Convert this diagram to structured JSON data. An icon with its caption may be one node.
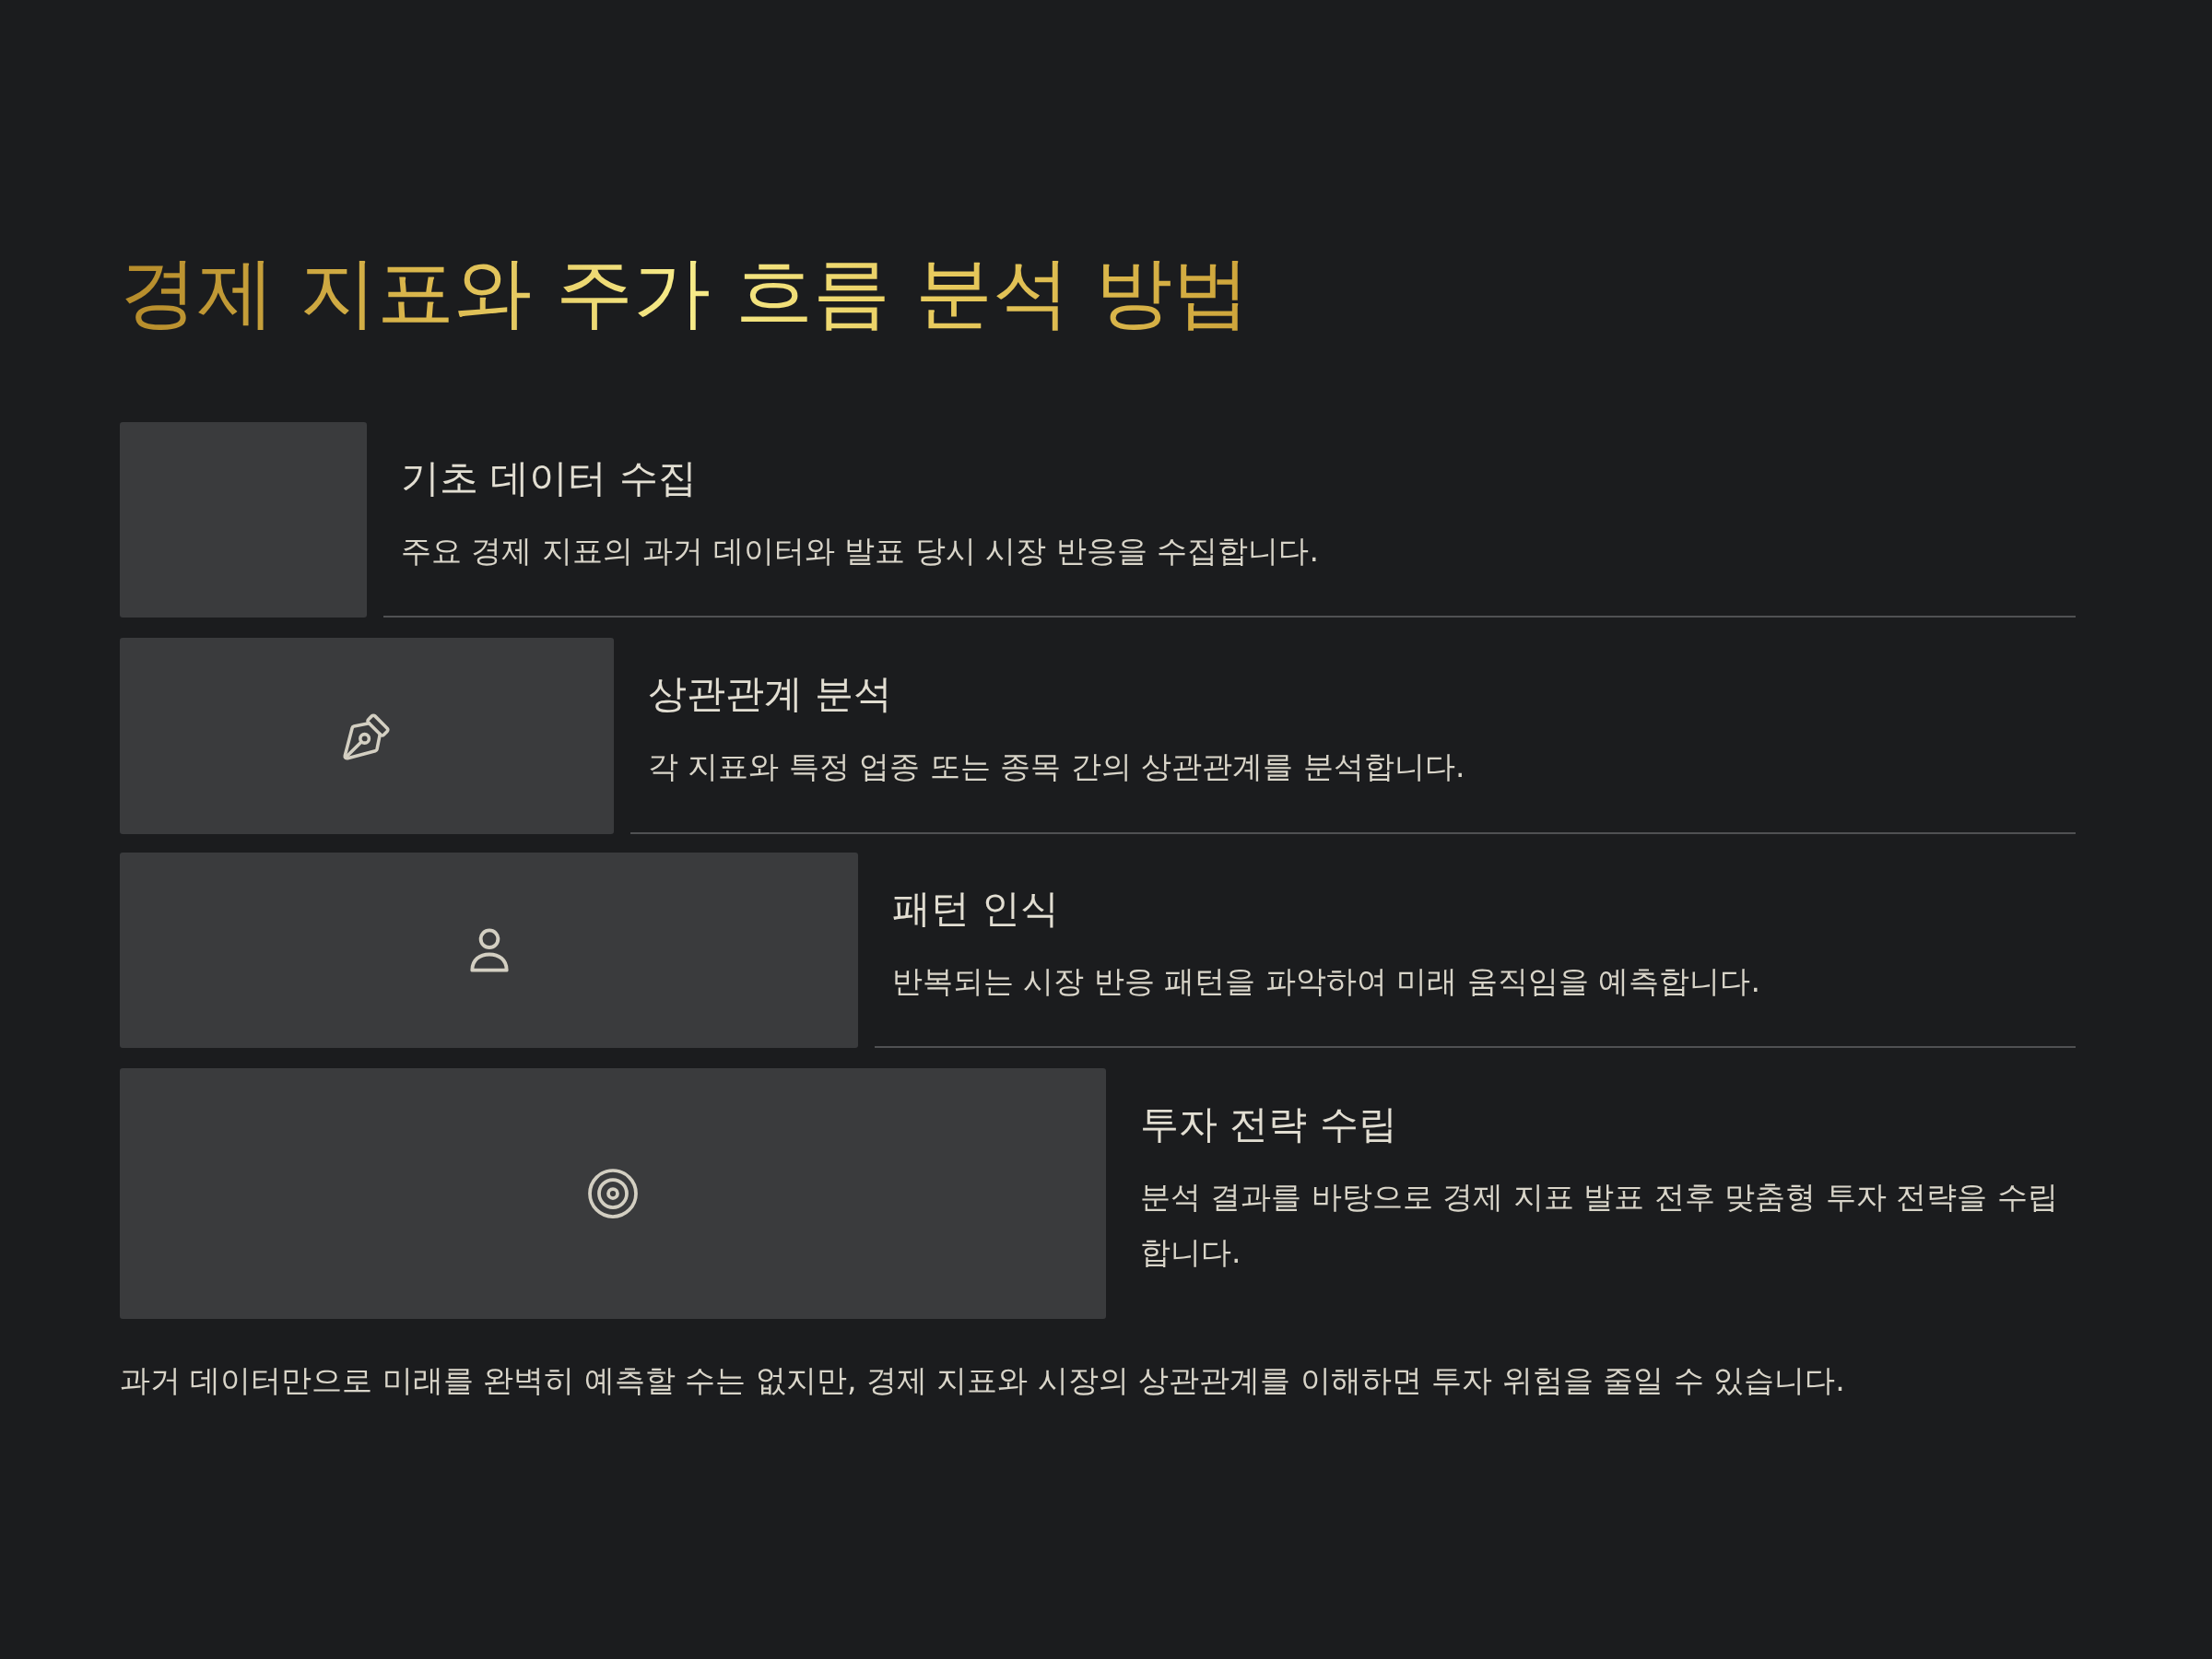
{
  "diagram": {
    "title": "경제 지표와 주가 흐름 분석 방법",
    "nodes": [
      {
        "text": [
          "기초 데이터 수집",
          "주요 경제 지표의 과거 데이터와 발표 당시 시장 반응을 수집합니다."
        ]
      },
      {
        "text": [
          "상관관계 분석",
          "각 지표와 특정 업종 또는 종목 간의 상관관계를 분석합니다."
        ]
      },
      {
        "text": [
          "패턴 인식",
          "반복되는 시장 반응 패턴을 파악하여 미래 움직임을 예측합니다."
        ]
      },
      {
        "text": [
          "투자 전략 수립",
          "분석 결과를 바탕으로 경제 지표 발표 전후 맞춤형 투자 전략을 수립합니다."
        ]
      }
    ],
    "caption": "과거 데이터만으로 미래를 완벽히 예측할 수는 없지만, 경제 지표와 시장의 상관관계를 이해하면 투자 위험을 줄일 수 있습니다."
  }
}
